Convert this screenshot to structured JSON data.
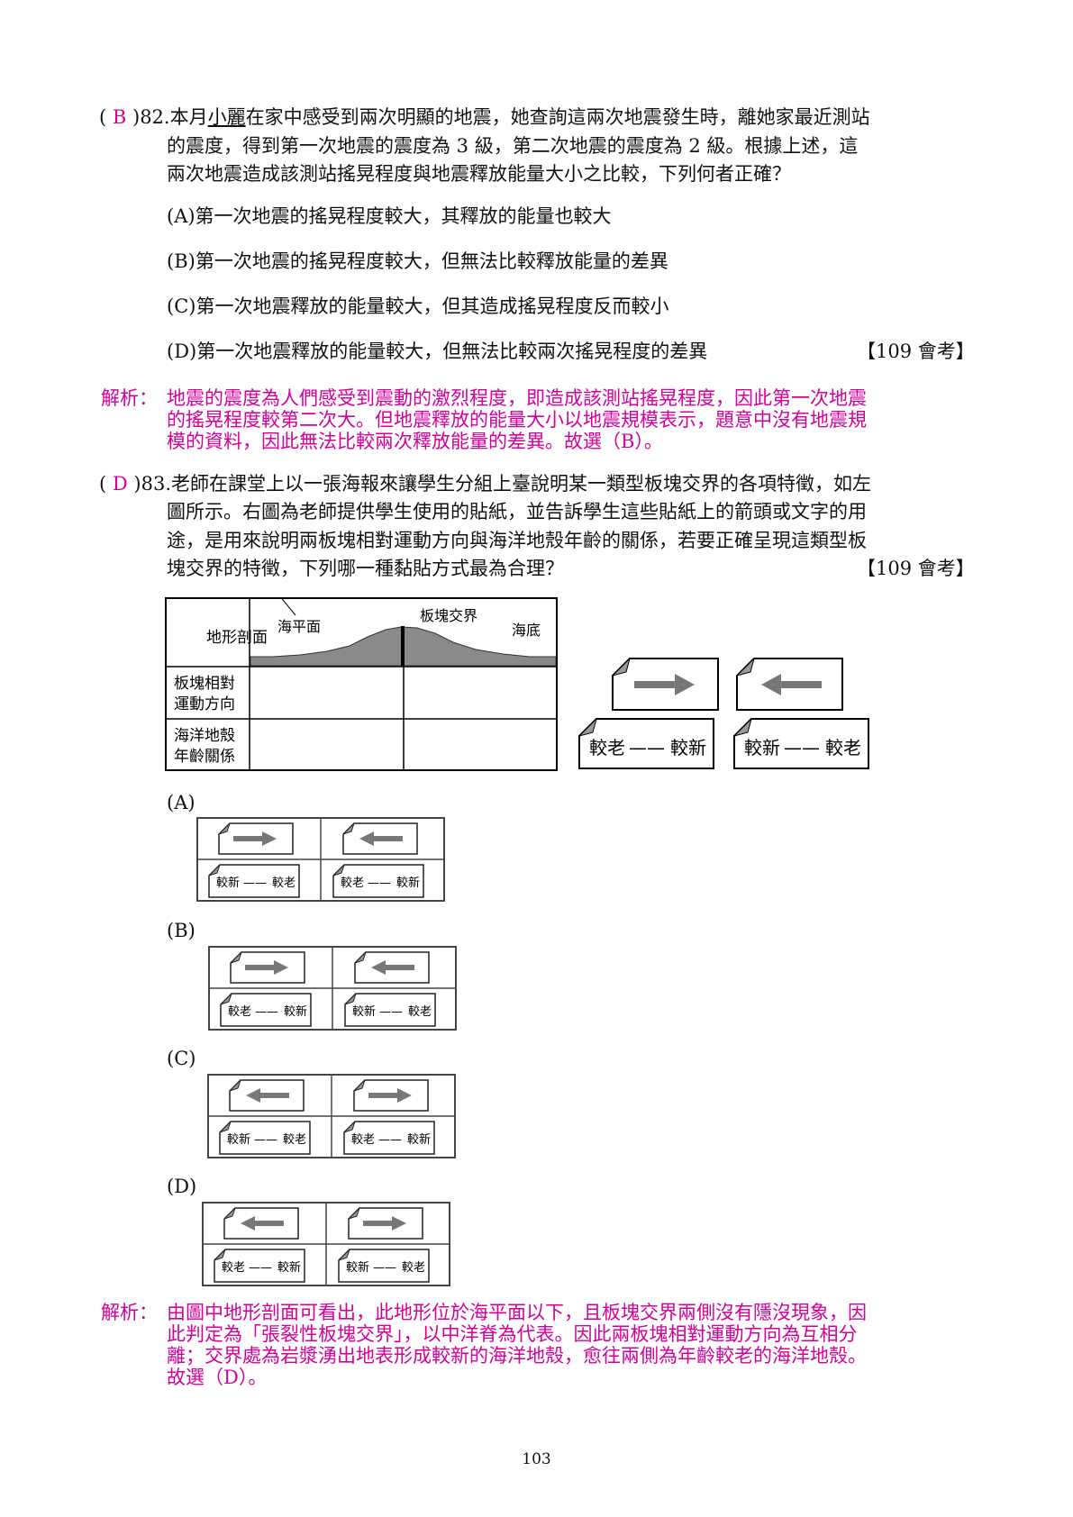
{
  "q82": {
    "open": "( ",
    "answer": "B",
    "close": " )",
    "number": "82.",
    "line1_a": "本月",
    "line1_name": "小麗",
    "line1_b": "在家中感受到兩次明顯的地震，她查詢這兩次地震發生時，離她家最近測站",
    "line2": "的震度，得到第一次地震的震度為 3 級，第二次地震的震度為 2 級。根據上述，這",
    "line3": "兩次地震造成該測站搖晃程度與地震釋放能量大小之比較，下列何者正確？",
    "options": [
      "(A)第一次地震的搖晃程度較大，其釋放的能量也較大",
      "(B)第一次地震的搖晃程度較大，但無法比較釋放能量的差異",
      "(C)第一次地震釋放的能量較大，但其造成搖晃程度反而較小",
      "(D)第一次地震釋放的能量較大，但無法比較兩次搖晃程度的差異"
    ],
    "source": "【109 會考】",
    "analysis_label": "解析：",
    "analysis": [
      "地震的震度為人們感受到震動的激烈程度，即造成該測站搖晃程度，因此第一次地震",
      "的搖晃程度較第二次大。但地震釋放的能量大小以地震規模表示，題意中沒有地震規",
      "模的資料，因此無法比較兩次釋放能量的差異。故選（B）。"
    ]
  },
  "q83": {
    "open": "( ",
    "answer": "D",
    "close": " )",
    "number": "83.",
    "lines": [
      "老師在課堂上以一張海報來讓學生分組上臺說明某一類型板塊交界的各項特徵，如左",
      "圖所示。右圖為老師提供學生使用的貼紙，並告訴學生這些貼紙上的箭頭或文字的用",
      "途，是用來說明兩板塊相對運動方向與海洋地殼年齡的關係，若要正確呈現這類型板",
      "塊交界的特徵，下列哪一種黏貼方式最為合理？"
    ],
    "source": "【109 會考】",
    "poster": {
      "row1": "地形剖面",
      "row2a": "板塊相對",
      "row2b": "運動方向",
      "row3a": "海洋地殼",
      "row3b": "年齡關係",
      "sea_level": "海平面",
      "boundary": "板塊交界",
      "sea_floor": "海底"
    },
    "stickers": {
      "older": "較老",
      "newer": "較新",
      "dash": "——"
    },
    "option_labels": [
      "(A)",
      "(B)",
      "(C)",
      "(D)"
    ],
    "analysis_label": "解析：",
    "analysis": [
      "由圖中地形剖面可看出，此地形位於海平面以下，且板塊交界兩側沒有隱沒現象，因",
      "此判定為「張裂性板塊交界」，以中洋脊為代表。因此兩板塊相對運動方向為互相分",
      "離；交界處為岩漿湧出地表形成較新的海洋地殼，愈往兩側為年齡較老的海洋地殼。",
      "故選（D）。"
    ]
  },
  "page_number": "103"
}
